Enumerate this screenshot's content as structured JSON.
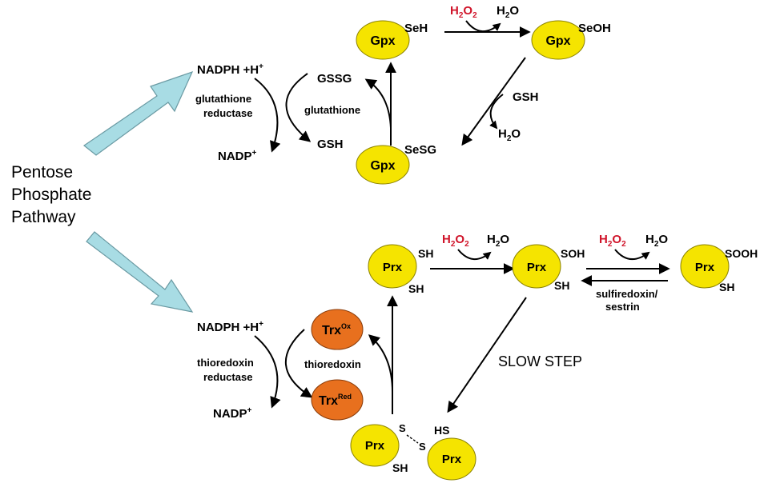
{
  "pathway": {
    "line1": "Pentose",
    "line2": "Phosphate",
    "line3": "Pathway"
  },
  "glutathione_cycle": {
    "nadph": "NADPH +H",
    "nadph_sup": "+",
    "nadp": "NADP",
    "nadp_sup": "+",
    "reductase_line1": "glutathione",
    "reductase_line2": "reductase",
    "gssg": "GSSG",
    "gsh": "GSH",
    "glutathione": "glutathione"
  },
  "gpx_cycle": {
    "enzyme": "Gpx",
    "seh": "SeH",
    "seoh": "SeOH",
    "sesg": "SeSG",
    "h2o2_h": "H",
    "h2o2_sub1": "2",
    "h2o2_o": "O",
    "h2o2_sub2": "2",
    "h2o_h": "H",
    "h2o_sub": "2",
    "h2o_o": "O",
    "gsh": "GSH"
  },
  "thioredoxin_cycle": {
    "nadph": "NADPH +H",
    "nadph_sup": "+",
    "nadp": "NADP",
    "nadp_sup": "+",
    "reductase_line1": "thioredoxin",
    "reductase_line2": "reductase",
    "trx": "Trx",
    "ox": "Ox",
    "red": "Red",
    "thioredoxin": "thioredoxin"
  },
  "prx_cycle": {
    "enzyme": "Prx",
    "sh": "SH",
    "soh": "SOH",
    "sooh": "SOOH",
    "hs": "HS",
    "s": "S",
    "sulfiredoxin_line1": "sulfiredoxin/",
    "sulfiredoxin_line2": "sestrin",
    "slow_step": "SLOW STEP"
  },
  "colors": {
    "enzyme_yellow": "#f5e400",
    "trx_orange": "#e8701e",
    "pathway_arrow": "#a8dce4",
    "peroxide_red": "#d0142a"
  }
}
